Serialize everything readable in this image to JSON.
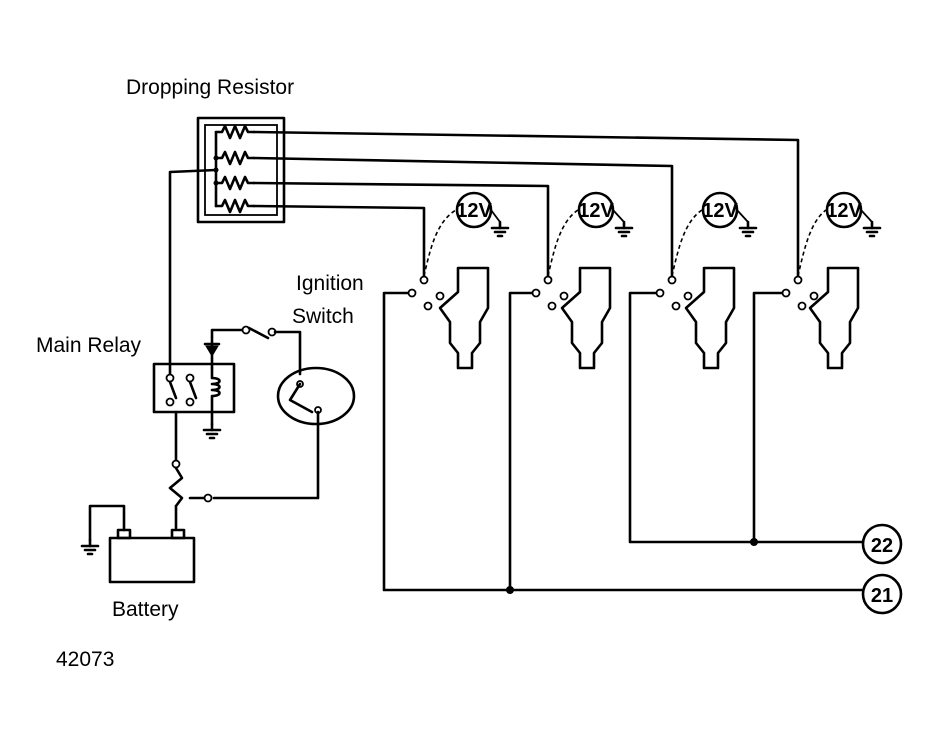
{
  "labels": {
    "dropping_resistor": "Dropping Resistor",
    "ignition": "Ignition",
    "switch": "Switch",
    "main_relay": "Main Relay",
    "battery": "Battery",
    "figure_number": "42073"
  },
  "injector_voltage_badge": "12V",
  "terminals": {
    "t22": "22",
    "t21": "21"
  }
}
